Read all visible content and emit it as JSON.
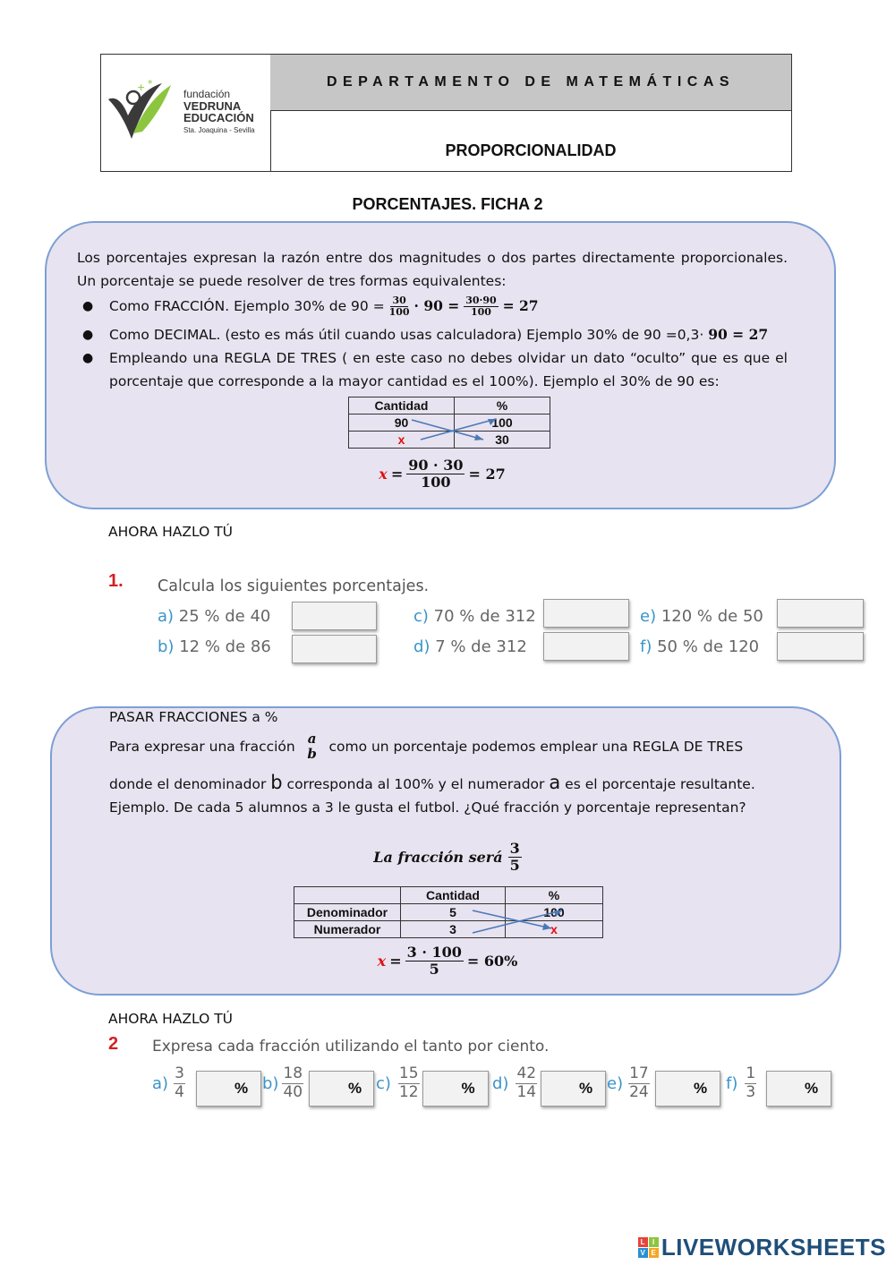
{
  "header": {
    "logo": {
      "line1": "fundación",
      "line2": "VEDRUNA",
      "line3": "EDUCACIÓN",
      "line4": "Sta. Joaquina - Sevilla"
    },
    "department": "DEPARTAMENTO DE MATEMÁTICAS",
    "topic": "PROPORCIONALIDAD"
  },
  "title": "PORCENTAJES. FICHA 2",
  "box1": {
    "intro": "Los porcentajes expresan la razón entre dos magnitudes o dos partes directamente proporcionales. Un porcentaje se puede resolver de tres formas equivalentes:",
    "bullet1_text": "Como FRACCIÓN. Ejemplo 30% de 90 =",
    "bullet1_f1_num": "30",
    "bullet1_f1_den": "100",
    "bullet1_mid": "· 90 =",
    "bullet1_f2_num": "30·90",
    "bullet1_f2_den": "100",
    "bullet1_result": "= 27",
    "bullet2_text": "Como DECIMAL. (esto es más útil cuando usas calculadora) Ejemplo 30% de 90 =0,3·",
    "bullet2_math": "90 = 27",
    "bullet3_text": "Empleando una REGLA DE TRES ( en este caso no debes olvidar un dato “oculto” que es que el porcentaje que corresponde a la mayor cantidad es el 100%). Ejemplo el 30% de 90 es:",
    "table": {
      "h1": "Cantidad",
      "h2": "%",
      "r1c1": "90",
      "r1c2": "100",
      "r2c1": "x",
      "r2c2": "30"
    },
    "eq_var": "x",
    "eq_eq": "=",
    "eq_num": "90 · 30",
    "eq_den": "100",
    "eq_result": "= 27"
  },
  "section1": {
    "heading": "AHORA HAZLO TÚ",
    "number": "1.",
    "title": "Calcula los siguientes porcentajes.",
    "items": [
      {
        "label": "a)",
        "text": "25 % de 40"
      },
      {
        "label": "b)",
        "text": "12 % de 86"
      },
      {
        "label": "c)",
        "text": "70 % de 312"
      },
      {
        "label": "d)",
        "text": "7 % de 312"
      },
      {
        "label": "e)",
        "text": "120 % de 50"
      },
      {
        "label": "f)",
        "text": "50 % de 120"
      }
    ]
  },
  "box2": {
    "heading": "PASAR FRACCIONES a %",
    "p1a": "Para expresar una fracción",
    "frac_num": "a",
    "frac_den": "b",
    "p1b": "como un porcentaje podemos emplear una REGLA DE TRES",
    "p2a": "donde el denominador",
    "p2b_var": "b",
    "p2c": "corresponda al 100% y el numerador",
    "p2d_var": "a",
    "p2e": "es el porcentaje resultante.",
    "p3": "Ejemplo. De cada 5 alumnos a 3 le gusta el futbol. ¿Qué fracción y porcentaje representan?",
    "fraction_label": "La fracción será",
    "fraction_num": "3",
    "fraction_den": "5",
    "table": {
      "h1": "",
      "h2": "Cantidad",
      "h3": "%",
      "r1c1": "Denominador",
      "r1c2": "5",
      "r1c3": "100",
      "r2c1": "Numerador",
      "r2c2": "3",
      "r2c3": "x"
    },
    "eq_var": "x",
    "eq_eq": "=",
    "eq_num": "3 · 100",
    "eq_den": "5",
    "eq_result": "= 60%"
  },
  "section2": {
    "heading": "AHORA HAZLO TÚ",
    "number": "2",
    "title": "Expresa cada fracción utilizando el tanto por ciento.",
    "items": [
      {
        "label": "a)",
        "num": "3",
        "den": "4",
        "unit": "%"
      },
      {
        "label": "b)",
        "num": "18",
        "den": "40",
        "unit": "%"
      },
      {
        "label": "c)",
        "num": "15",
        "den": "12",
        "unit": "%"
      },
      {
        "label": "d)",
        "num": "42",
        "den": "14",
        "unit": "%"
      },
      {
        "label": "e)",
        "num": "17",
        "den": "24",
        "unit": "%"
      },
      {
        "label": "f)",
        "num": "1",
        "den": "3",
        "unit": "%"
      }
    ]
  },
  "footer": {
    "brand": "LIVEWORKSHEETS"
  },
  "colors": {
    "box_fill": "#e8e3f0",
    "box_border": "#7d9fd6",
    "label_blue": "#3b94c9",
    "number_red": "#d42020",
    "arrow": "#4a78b8"
  }
}
